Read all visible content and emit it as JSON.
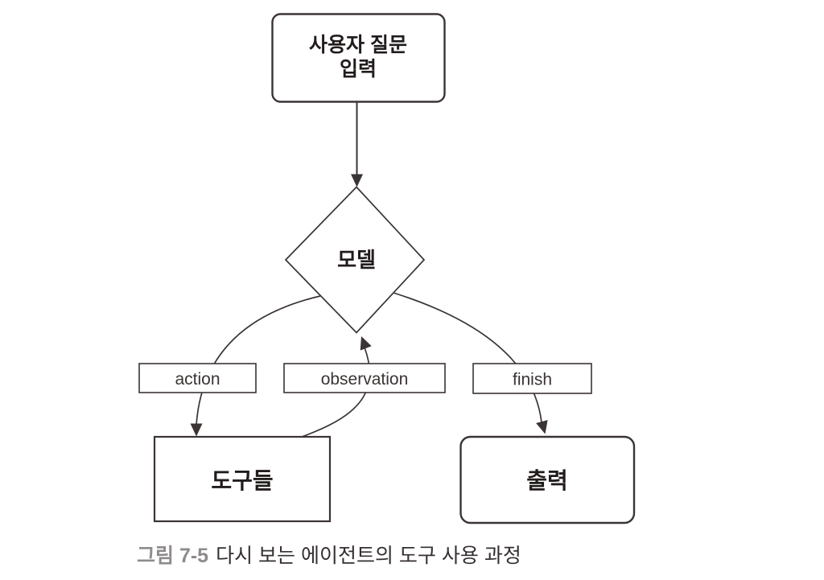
{
  "diagram": {
    "nodes": {
      "user_input": {
        "line1": "사용자 질문",
        "line2": "입력"
      },
      "model": {
        "label": "모델"
      },
      "tools": {
        "label": "도구들"
      },
      "output": {
        "label": "출력"
      }
    },
    "edge_labels": {
      "action": "action",
      "observation": "observation",
      "finish": "finish"
    },
    "colors": {
      "stroke": "#3b3434",
      "node_fill": "#ffffff",
      "node_text": "#221c1c",
      "edge_label_text": "#3a3434"
    }
  },
  "caption": {
    "figure_label": "그림 7-5",
    "text": "다시 보는 에이전트의 도구 사용 과정",
    "label_color": "#8f8b8b",
    "text_color": "#363030"
  }
}
